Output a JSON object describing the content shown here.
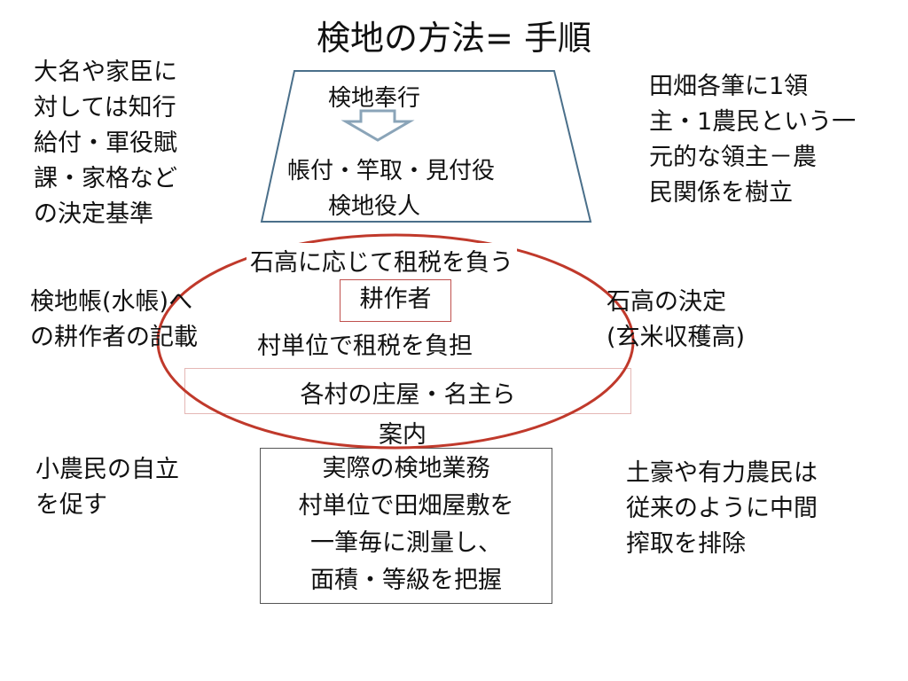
{
  "title": "検地の方法= 手順",
  "left_top": [
    "大名や家臣に",
    "対しては知行",
    "給付・軍役賦",
    "課・家格など",
    "の決定基準"
  ],
  "left_mid": [
    "検地帳(水帳)へ",
    "の耕作者の記載"
  ],
  "left_bottom": [
    "小農民の自立",
    "を促す"
  ],
  "right_top": [
    "田畑各筆に1領",
    "主・1農民という一",
    "元的な領主－農",
    "民関係を樹立"
  ],
  "right_mid": [
    "石高の決定",
    "(玄米収穫高)"
  ],
  "right_bottom": [
    "土豪や有力農民は",
    "従来のように中間",
    "搾取を排除"
  ],
  "trapezoid": {
    "magistrate": "検地奉行",
    "officials_line1": "帳付・竿取・見付役",
    "officials_line2": "検地役人"
  },
  "ellipse": {
    "top_text": "石高に応じて租税を負う",
    "farmer": "耕作者",
    "village_tax": "村単位で租税を負担"
  },
  "village_heads": "各村の庄屋・名主ら",
  "guide": "案内",
  "actual_work": [
    "実際の検地業務",
    "村単位で田畑屋敷を",
    "一筆毎に測量し、",
    "面積・等級を把握"
  ],
  "colors": {
    "ellipse_stroke": "#c0392b",
    "trapezoid_stroke": "#4a6f8a",
    "arrow_stroke": "#8aa4b8",
    "farmer_box": "#c0504d"
  }
}
